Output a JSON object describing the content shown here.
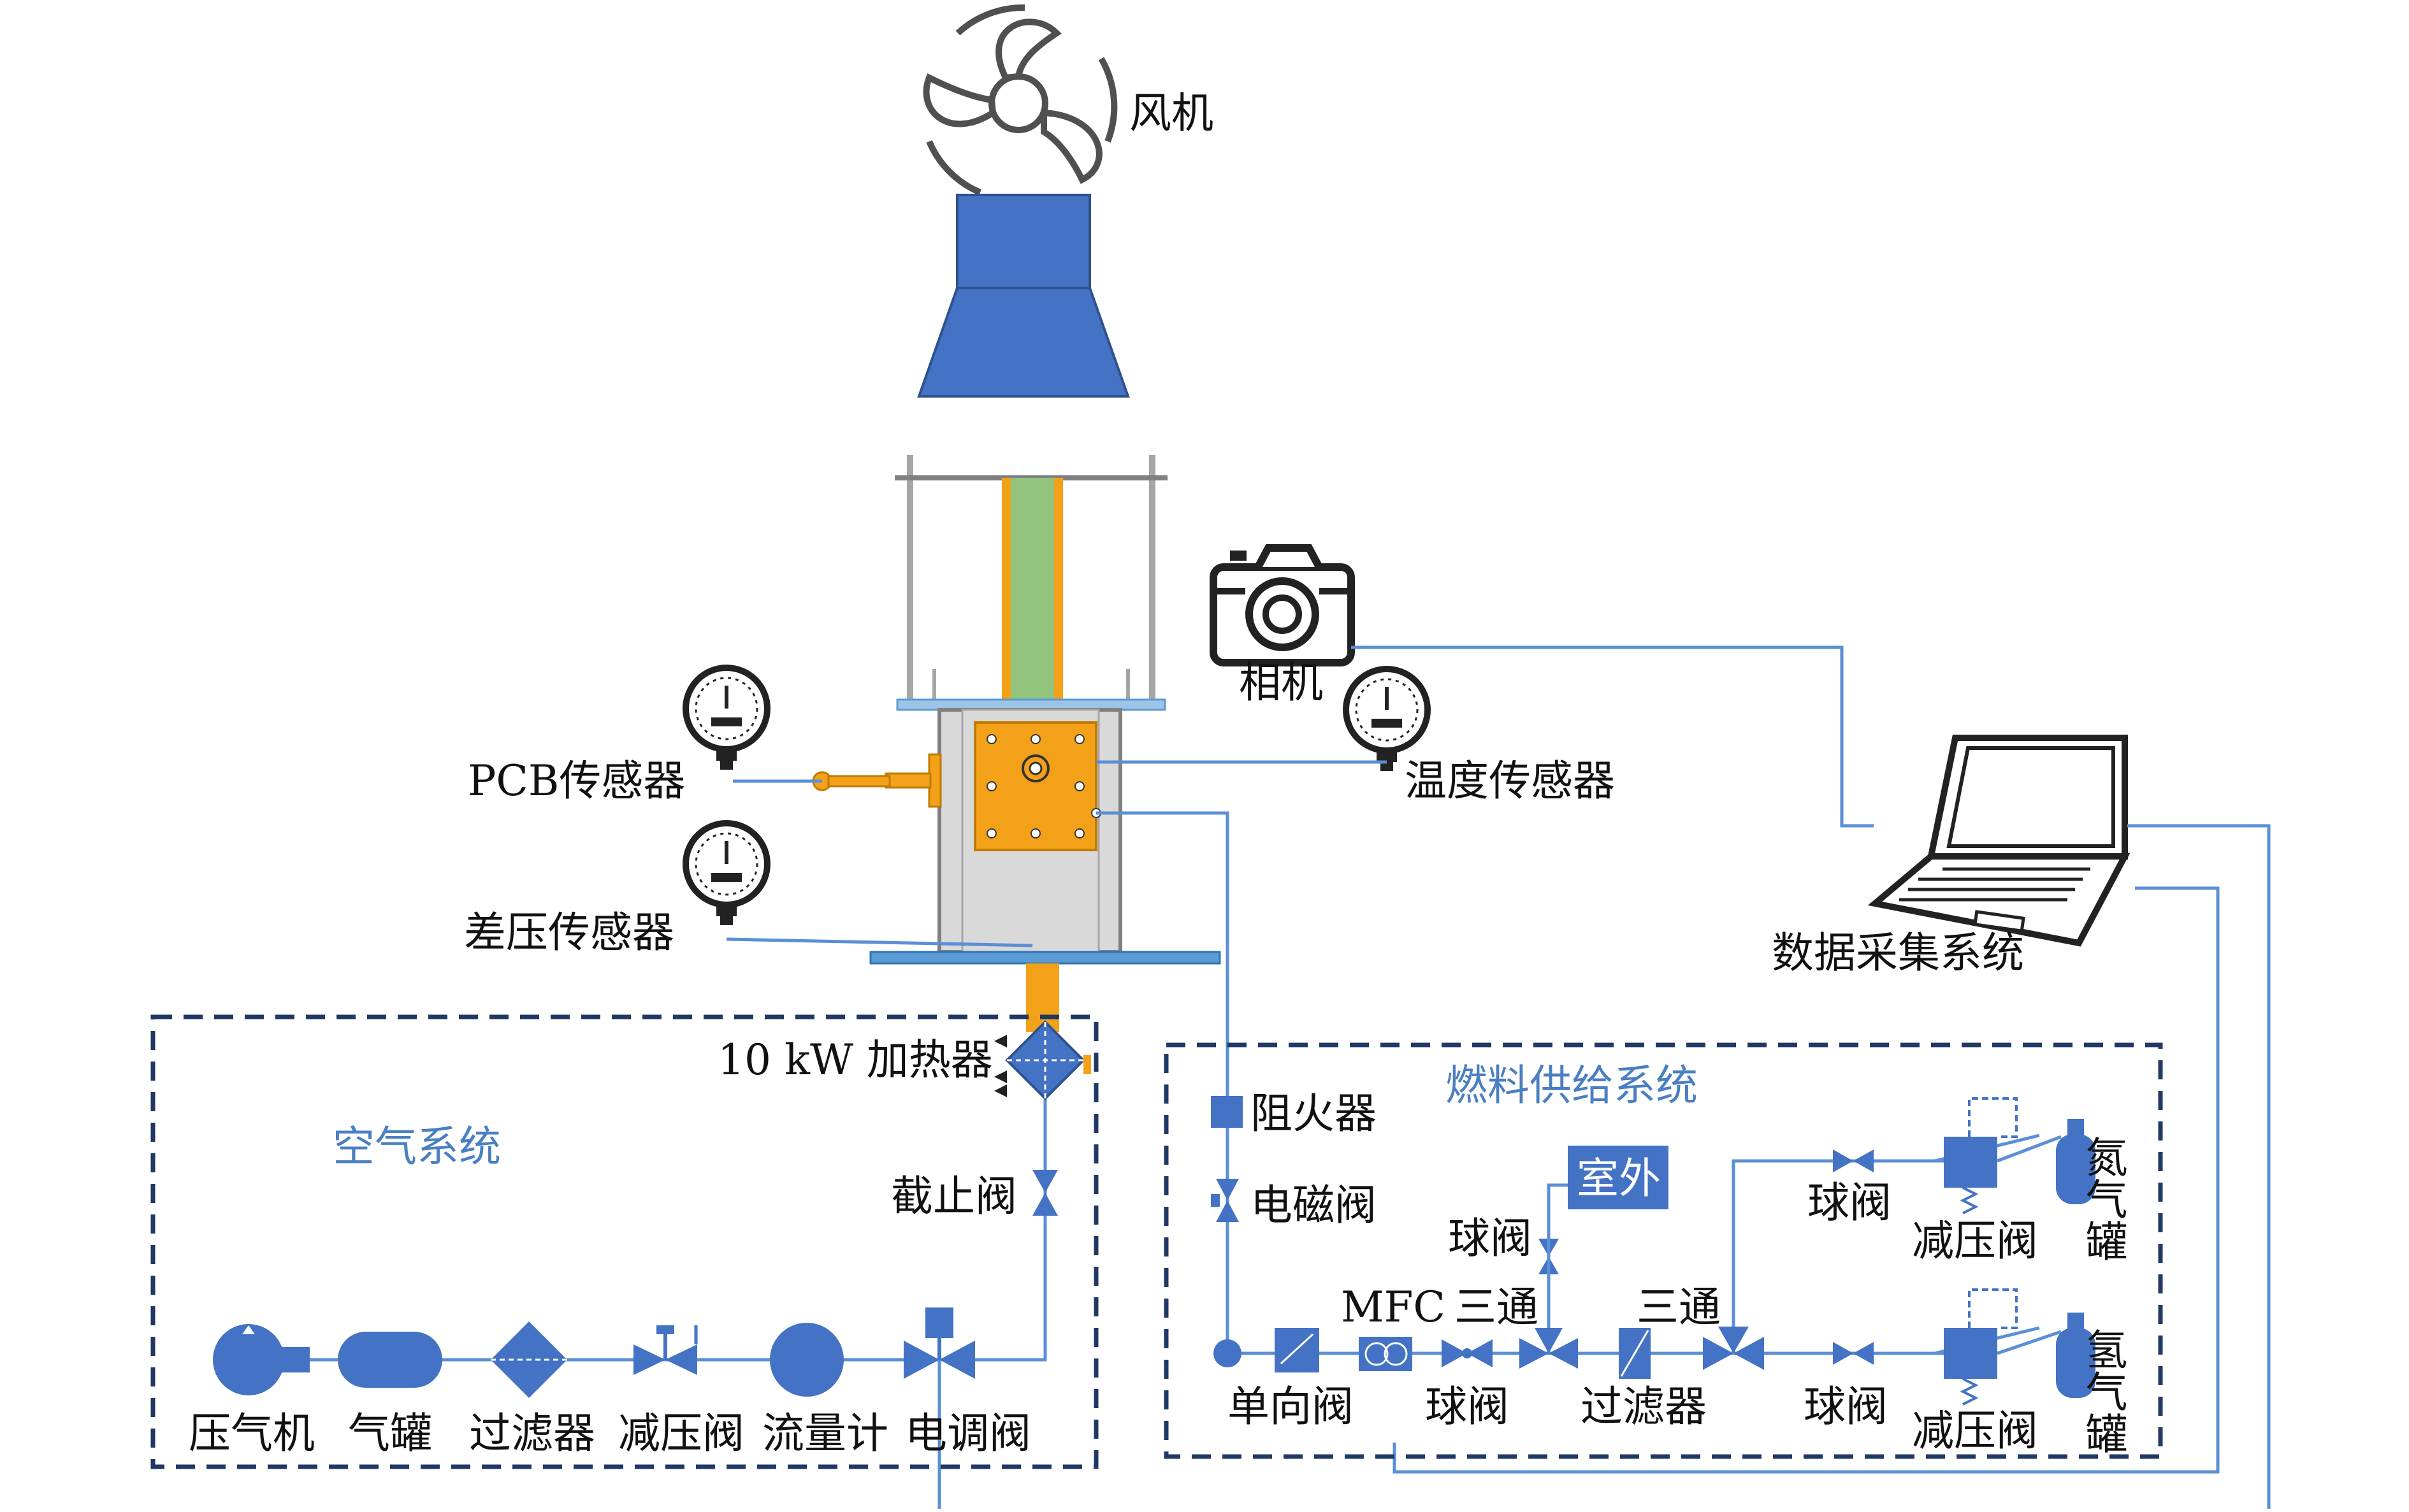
{
  "colors": {
    "component": "#4472c4",
    "pipe": "#5b8fd6",
    "box_border": "#1f3864",
    "section_title": "#4a7fc1",
    "window": "#9dc3e6",
    "flame_zone": "#93c47d",
    "flange": "#f4a11a",
    "chamber": "#d9d9d9",
    "outline": "#404040",
    "text": "#111111"
  },
  "labels": {
    "fan": "风机",
    "camera": "相机",
    "pcb_sensor": "PCB传感器",
    "temp_sensor": "温度传感器",
    "dp_sensor": "差压传感器",
    "daq": "数据采集系统",
    "heater": "10 kW 加热器",
    "shutoff_valve": "截止阀",
    "compressor": "压气机",
    "air_tank": "气罐",
    "air_filter": "过滤器",
    "air_pressure_reducer": "减压阀",
    "flowmeter": "流量计",
    "electric_valve": "电调阀",
    "flame_arrester": "阻火器",
    "solenoid_valve": "电磁阀",
    "check_valve": "单向阀",
    "mfc": "MFC",
    "ball_valve_1": "球阀",
    "tee_1": "三通",
    "ball_valve_vent": "球阀",
    "outdoor": "室外",
    "fuel_filter": "过滤器",
    "tee_2": "三通",
    "ball_valve_n2": "球阀",
    "reducer_n2": "减压阀",
    "n2_tank": "氮气罐",
    "ball_valve_h2": "球阀",
    "reducer_h2": "减压阀",
    "h2_tank": "氢气罐"
  },
  "sections": {
    "air": "空气系统",
    "fuel": "燃料供给系统"
  },
  "icons": {
    "fan": "fan-icon",
    "camera": "camera-icon",
    "laptop": "laptop-icon",
    "gauge": "pressure-gauge-icon"
  }
}
